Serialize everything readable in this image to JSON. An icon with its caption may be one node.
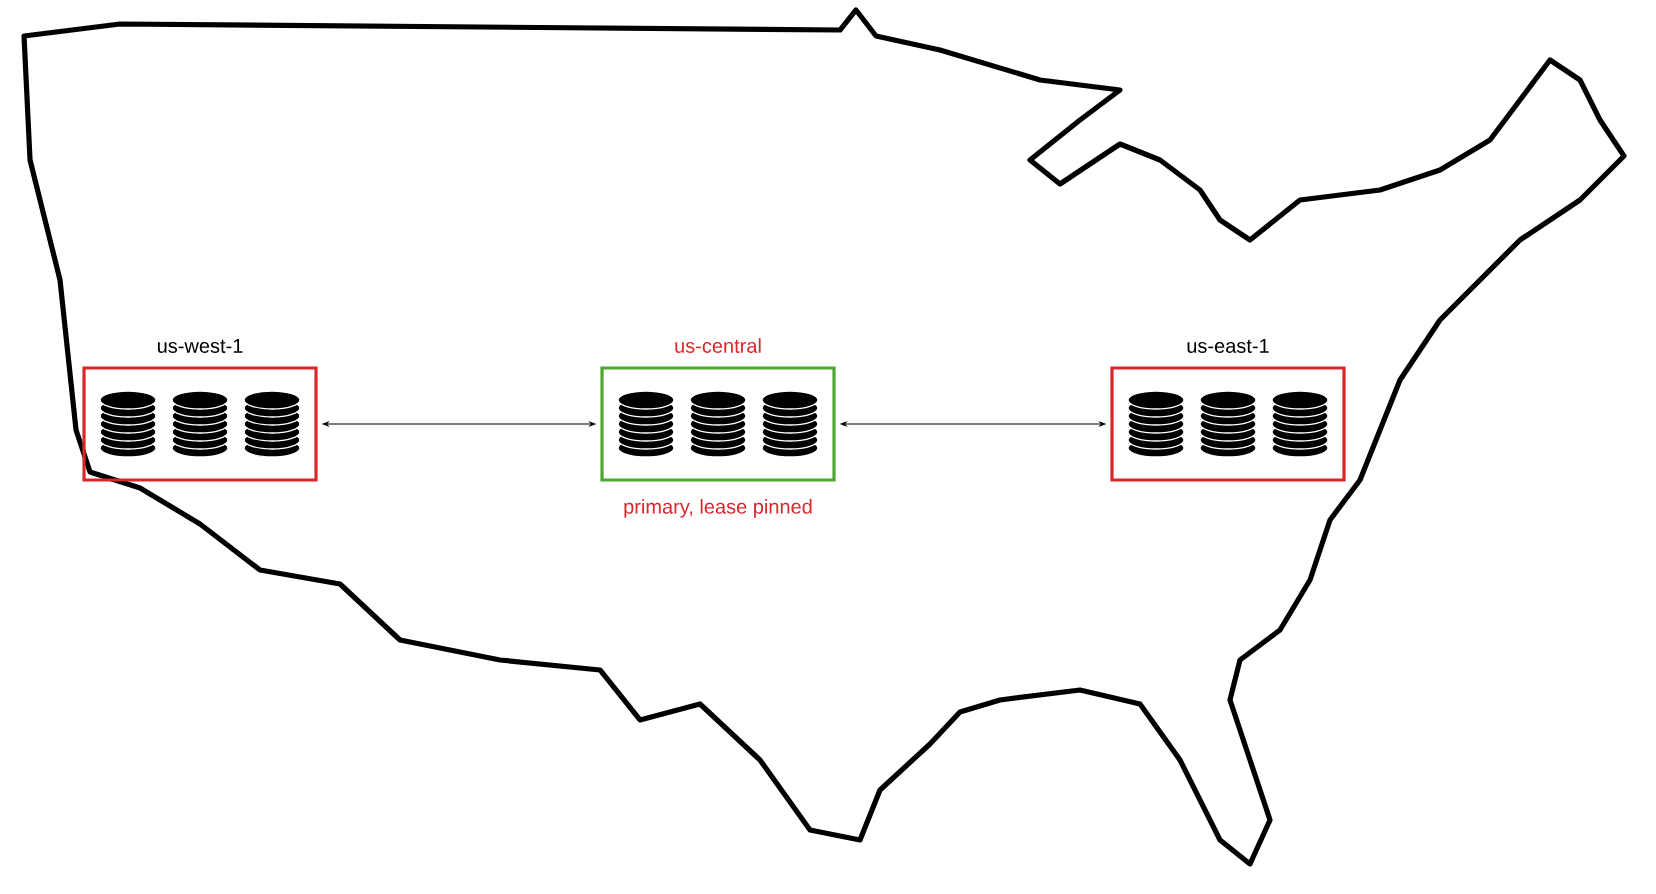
{
  "diagram": {
    "nodes": [
      {
        "text": [
          "us-west-1"
        ]
      },
      {
        "text": [
          "us-central"
        ],
        "beside": [
          "primary, lease pinned"
        ]
      },
      {
        "text": [
          "us-east-1"
        ]
      }
    ],
    "edges": [
      {
        "from": 0,
        "to": 1,
        "arrow": "both"
      },
      {
        "from": 1,
        "to": 2,
        "arrow": "both"
      }
    ]
  }
}
